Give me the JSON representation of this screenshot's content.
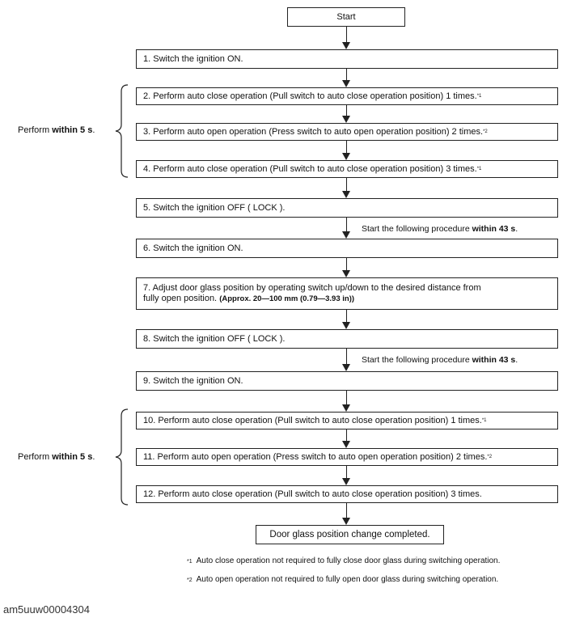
{
  "start_label": "Start",
  "steps": {
    "s1": "1. Switch the ignition ON.",
    "s2": "2. Perform auto close operation (Pull switch to auto close operation position) 1 times.",
    "s2_mark": "*1",
    "s3": "3. Perform auto open operation (Press switch to auto open operation position) 2 times.",
    "s3_mark": "*2",
    "s4": "4. Perform auto close operation (Pull switch to auto close operation position) 3 times.",
    "s4_mark": "*1",
    "s5": "5. Switch the ignition OFF ( LOCK ).",
    "s6": "6. Switch the ignition ON.",
    "s7_line1": "7. Adjust door glass position by operating switch up/down to the desired distance from",
    "s7_line2": "fully open position.",
    "s7_approx": "(Approx. 20—100 mm (0.79—3.93 in))",
    "s8": "8. Switch the ignition OFF ( LOCK ).",
    "s9": "9. Switch the ignition ON.",
    "s10": "10. Perform auto close operation (Pull switch to auto close operation position) 1 times.",
    "s10_mark": "*1",
    "s11": "11. Perform auto open operation (Press switch to auto open operation position) 2 times.",
    "s11_mark": "*2",
    "s12": "12. Perform auto close operation (Pull switch to auto close operation position) 3 times."
  },
  "end_label": "Door glass position change completed.",
  "timing_notes": {
    "prefix": "Start the following procedure",
    "bold": "within 43 s",
    "suffix": "."
  },
  "group_label": {
    "prefix": "Perform",
    "bold": "within 5 s",
    "suffix": "."
  },
  "footnotes": [
    {
      "mark": "*1",
      "text": "Auto close operation not required to fully close door glass during switching operation."
    },
    {
      "mark": "*2",
      "text": "Auto open operation not required to fully open door glass during switching operation."
    }
  ],
  "caption": "am5uuw00004304"
}
